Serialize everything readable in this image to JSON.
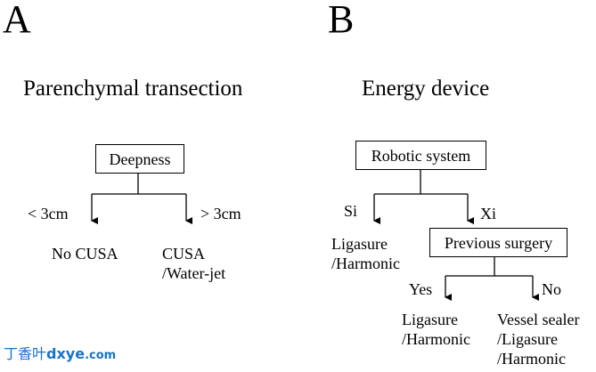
{
  "panel_a": {
    "letter": "A",
    "title": "Parenchymal transection",
    "root": "Deepness",
    "left_branch_label": "< 3cm",
    "right_branch_label": "> 3cm",
    "left_leaf": [
      "No CUSA"
    ],
    "right_leaf": [
      "CUSA",
      "/Water-jet"
    ]
  },
  "panel_b": {
    "letter": "B",
    "title": "Energy device",
    "root": "Robotic system",
    "left_branch_label": "Si",
    "right_branch_label": "Xi",
    "left_leaf": [
      "Ligasure",
      "/Harmonic"
    ],
    "sub_node": "Previous surgery",
    "yes_label": "Yes",
    "no_label": "No",
    "yes_leaf": [
      "Ligasure",
      "/Harmonic"
    ],
    "no_leaf": [
      "Vessel sealer",
      "/Ligasure",
      "/Harmonic"
    ]
  },
  "watermark": {
    "chinese": "丁香叶",
    "latin": "dxye",
    "suffix": ".com"
  },
  "colors": {
    "line": "#000000",
    "watermark": "#1a73c8"
  }
}
